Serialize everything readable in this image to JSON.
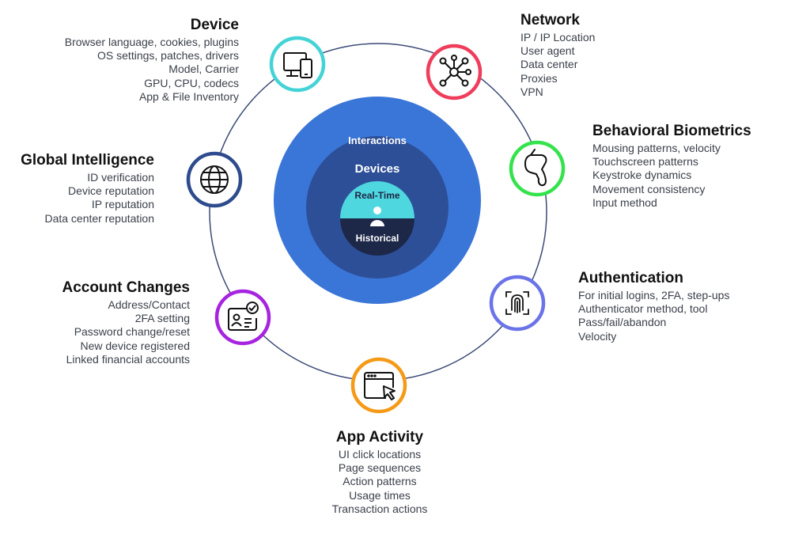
{
  "center": {
    "outer_label": "Interactions",
    "middle_label": "Devices",
    "top_label": "Real-Time",
    "bottom_label": "Historical",
    "colors": {
      "outer": "#3a76d8",
      "middle": "#2d4f98",
      "top": "#4fd7df",
      "bottom": "#1d2748"
    }
  },
  "ring_color": "#3b4a75",
  "categories": [
    {
      "key": "device",
      "title": "Device",
      "items": [
        "Browser language, cookies, plugins",
        "OS settings, patches, drivers",
        "Model, Carrier",
        "GPU, CPU, codecs",
        "App & File Inventory"
      ],
      "icon": "monitor-phone-icon",
      "color": "#44d3d6"
    },
    {
      "key": "network",
      "title": "Network",
      "items": [
        "IP / IP Location",
        "User agent",
        "Data center",
        "Proxies",
        "VPN"
      ],
      "icon": "network-nodes-icon",
      "color": "#ef3d5c"
    },
    {
      "key": "behavioral",
      "title": "Behavioral Biometrics",
      "items": [
        "Mousing patterns, velocity",
        "Touchscreen patterns",
        "Keystroke dynamics",
        "Movement consistency",
        "Input method"
      ],
      "icon": "touch-hand-icon",
      "color": "#34e34c"
    },
    {
      "key": "authentication",
      "title": "Authentication",
      "items": [
        "For initial logins, 2FA, step-ups",
        "Authenticator method, tool",
        "Pass/fail/abandon",
        "Velocity"
      ],
      "icon": "fingerprint-icon",
      "color": "#6b73e8"
    },
    {
      "key": "app_activity",
      "title": "App Activity",
      "items": [
        "UI click locations",
        "Page sequences",
        "Action patterns",
        "Usage times",
        "Transaction actions"
      ],
      "icon": "browser-cursor-icon",
      "color": "#f59a17"
    },
    {
      "key": "account_changes",
      "title": "Account Changes",
      "items": [
        "Address/Contact",
        "2FA setting",
        "Password change/reset",
        "New device registered",
        "Linked financial accounts"
      ],
      "icon": "id-card-check-icon",
      "color": "#a624e0"
    },
    {
      "key": "global_intelligence",
      "title": "Global Intelligence",
      "items": [
        "ID verification",
        "Device reputation",
        "IP reputation",
        "Data center reputation"
      ],
      "icon": "globe-icon",
      "color": "#2d4b8d"
    }
  ]
}
